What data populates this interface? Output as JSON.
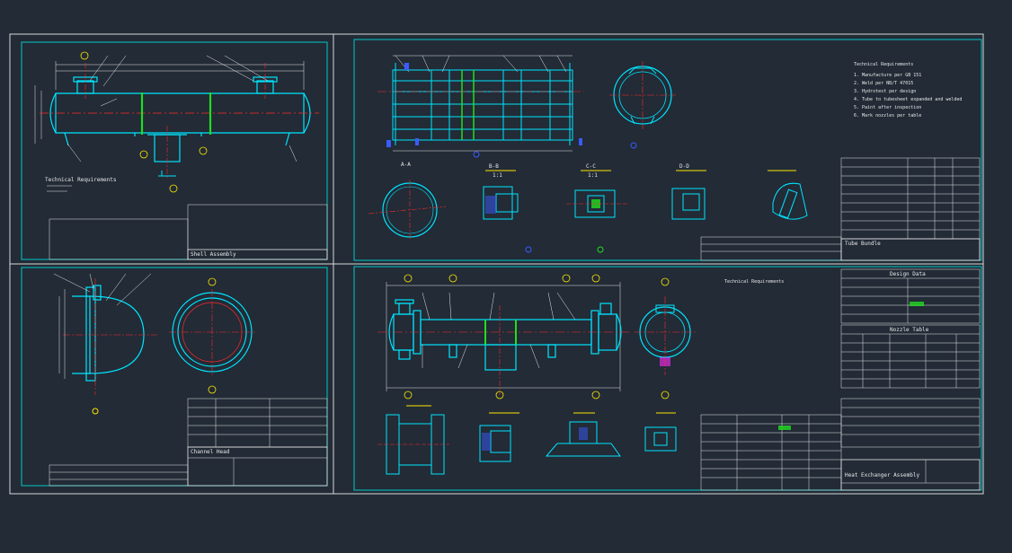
{
  "drawing": {
    "colors": {
      "background": "#222b36",
      "frame": "#d8d8d8",
      "border": "#00c8c8",
      "vessel": "#00e5ff",
      "centerline": "#ff2a2a",
      "highlight": "#22dd22",
      "marker": "#ffe600",
      "accent_blue": "#3a5bff",
      "text": "#e8e8e8"
    },
    "sheets": [
      {
        "id": "sheet-top-left",
        "title_block_label": "Shell Assembly"
      },
      {
        "id": "sheet-top-right",
        "title_block_label": "Tube Bundle"
      },
      {
        "id": "sheet-bottom-left",
        "title_block_label": "Channel Head"
      },
      {
        "id": "sheet-bottom-right",
        "title_block_label": "Heat Exchanger Assembly"
      }
    ],
    "section_labels": {
      "a": "A-A",
      "b": "B-B",
      "c": "C-C",
      "d": "D-D",
      "scale": "1:1"
    },
    "notes_title": "Technical Requirements",
    "notes": [
      "1. Manufacture per GB 151",
      "2. Weld per NB/T 47015",
      "3. Hydrotest per design",
      "4. Tube to tubesheet expanded and welded",
      "5. Paint after inspection",
      "6. Mark nozzles per table"
    ],
    "design_table_title": "Design Data",
    "nozzle_table_title": "Nozzle Table"
  }
}
